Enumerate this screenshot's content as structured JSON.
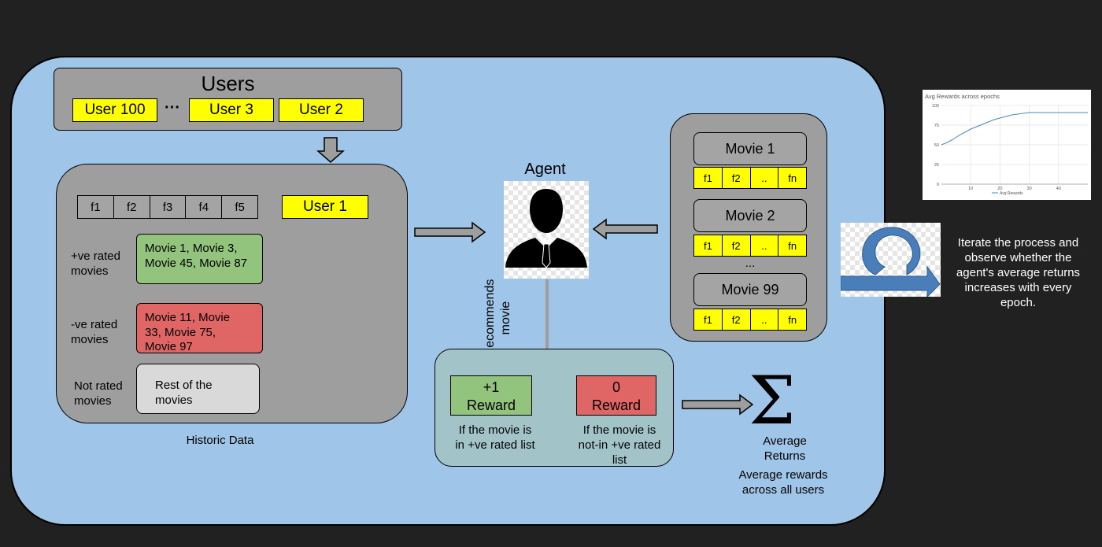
{
  "users": {
    "title": "Users",
    "items": [
      "User 100",
      "User 3",
      "User 2"
    ],
    "ellipsis": "···"
  },
  "historic": {
    "features": [
      "f1",
      "f2",
      "f3",
      "f4",
      "f5"
    ],
    "current_user": "User 1",
    "groups": [
      {
        "label": "+ve rated\nmovies",
        "movies": "Movie 1, Movie 3,\nMovie 45, Movie 87",
        "color": "#93c47d"
      },
      {
        "label": "-ve rated\nmovies",
        "movies": "Movie 11, Movie\n33, Movie 75,\nMovie 97",
        "color": "#e06666"
      },
      {
        "label": "Not rated\nmovies",
        "movies": "Rest of the\nmovies",
        "color": "#d9d9d9"
      }
    ],
    "caption": "Historic Data"
  },
  "agent": {
    "title": "Agent",
    "action": "Recommends\nmovie"
  },
  "movies": {
    "items": [
      {
        "name": "Movie 1",
        "features": [
          "f1",
          "f2",
          "..",
          "fn"
        ]
      },
      {
        "name": "Movie 2",
        "features": [
          "f1",
          "f2",
          "..",
          "fn"
        ]
      },
      {
        "name": "Movie 99",
        "features": [
          "f1",
          "f2",
          "..",
          "fn"
        ]
      }
    ],
    "ellipsis": "..."
  },
  "rewards": {
    "positive": {
      "value": "+1",
      "label": "Reward",
      "condition": "If the movie is\nin +ve rated list",
      "color": "#93c47d"
    },
    "zero": {
      "value": "0",
      "label": "Reward",
      "condition": "If the movie is\nnot-in +ve rated\nlist",
      "color": "#e06666"
    }
  },
  "returns": {
    "symbol": "Σ",
    "label": "Average\nReturns",
    "description": "Average rewards\nacross all users"
  },
  "iterate": {
    "text": "Iterate the process and\nobserve whether the\nagent's average returns\nincreases with every\nepoch."
  },
  "chart_data": {
    "type": "line",
    "title": "Avg Rewards across epochs",
    "xlabel": "",
    "ylabel": "",
    "xlim": [
      0,
      50
    ],
    "ylim": [
      0,
      100
    ],
    "x_ticks": [
      10,
      20,
      30,
      40
    ],
    "y_ticks": [
      0,
      25,
      50,
      75,
      100
    ],
    "grid": true,
    "legend_position": "bottom",
    "series": [
      {
        "name": "Avg Rewards",
        "color": "#4a86c5",
        "x": [
          0,
          2,
          4,
          6,
          8,
          10,
          12,
          14,
          16,
          18,
          20,
          22,
          24,
          26,
          28,
          30,
          35,
          40,
          45,
          50
        ],
        "y": [
          50,
          53,
          57,
          62,
          66,
          70,
          73,
          76,
          79,
          82,
          84,
          86,
          88,
          89,
          90,
          91,
          91,
          91,
          91,
          91
        ]
      }
    ]
  }
}
